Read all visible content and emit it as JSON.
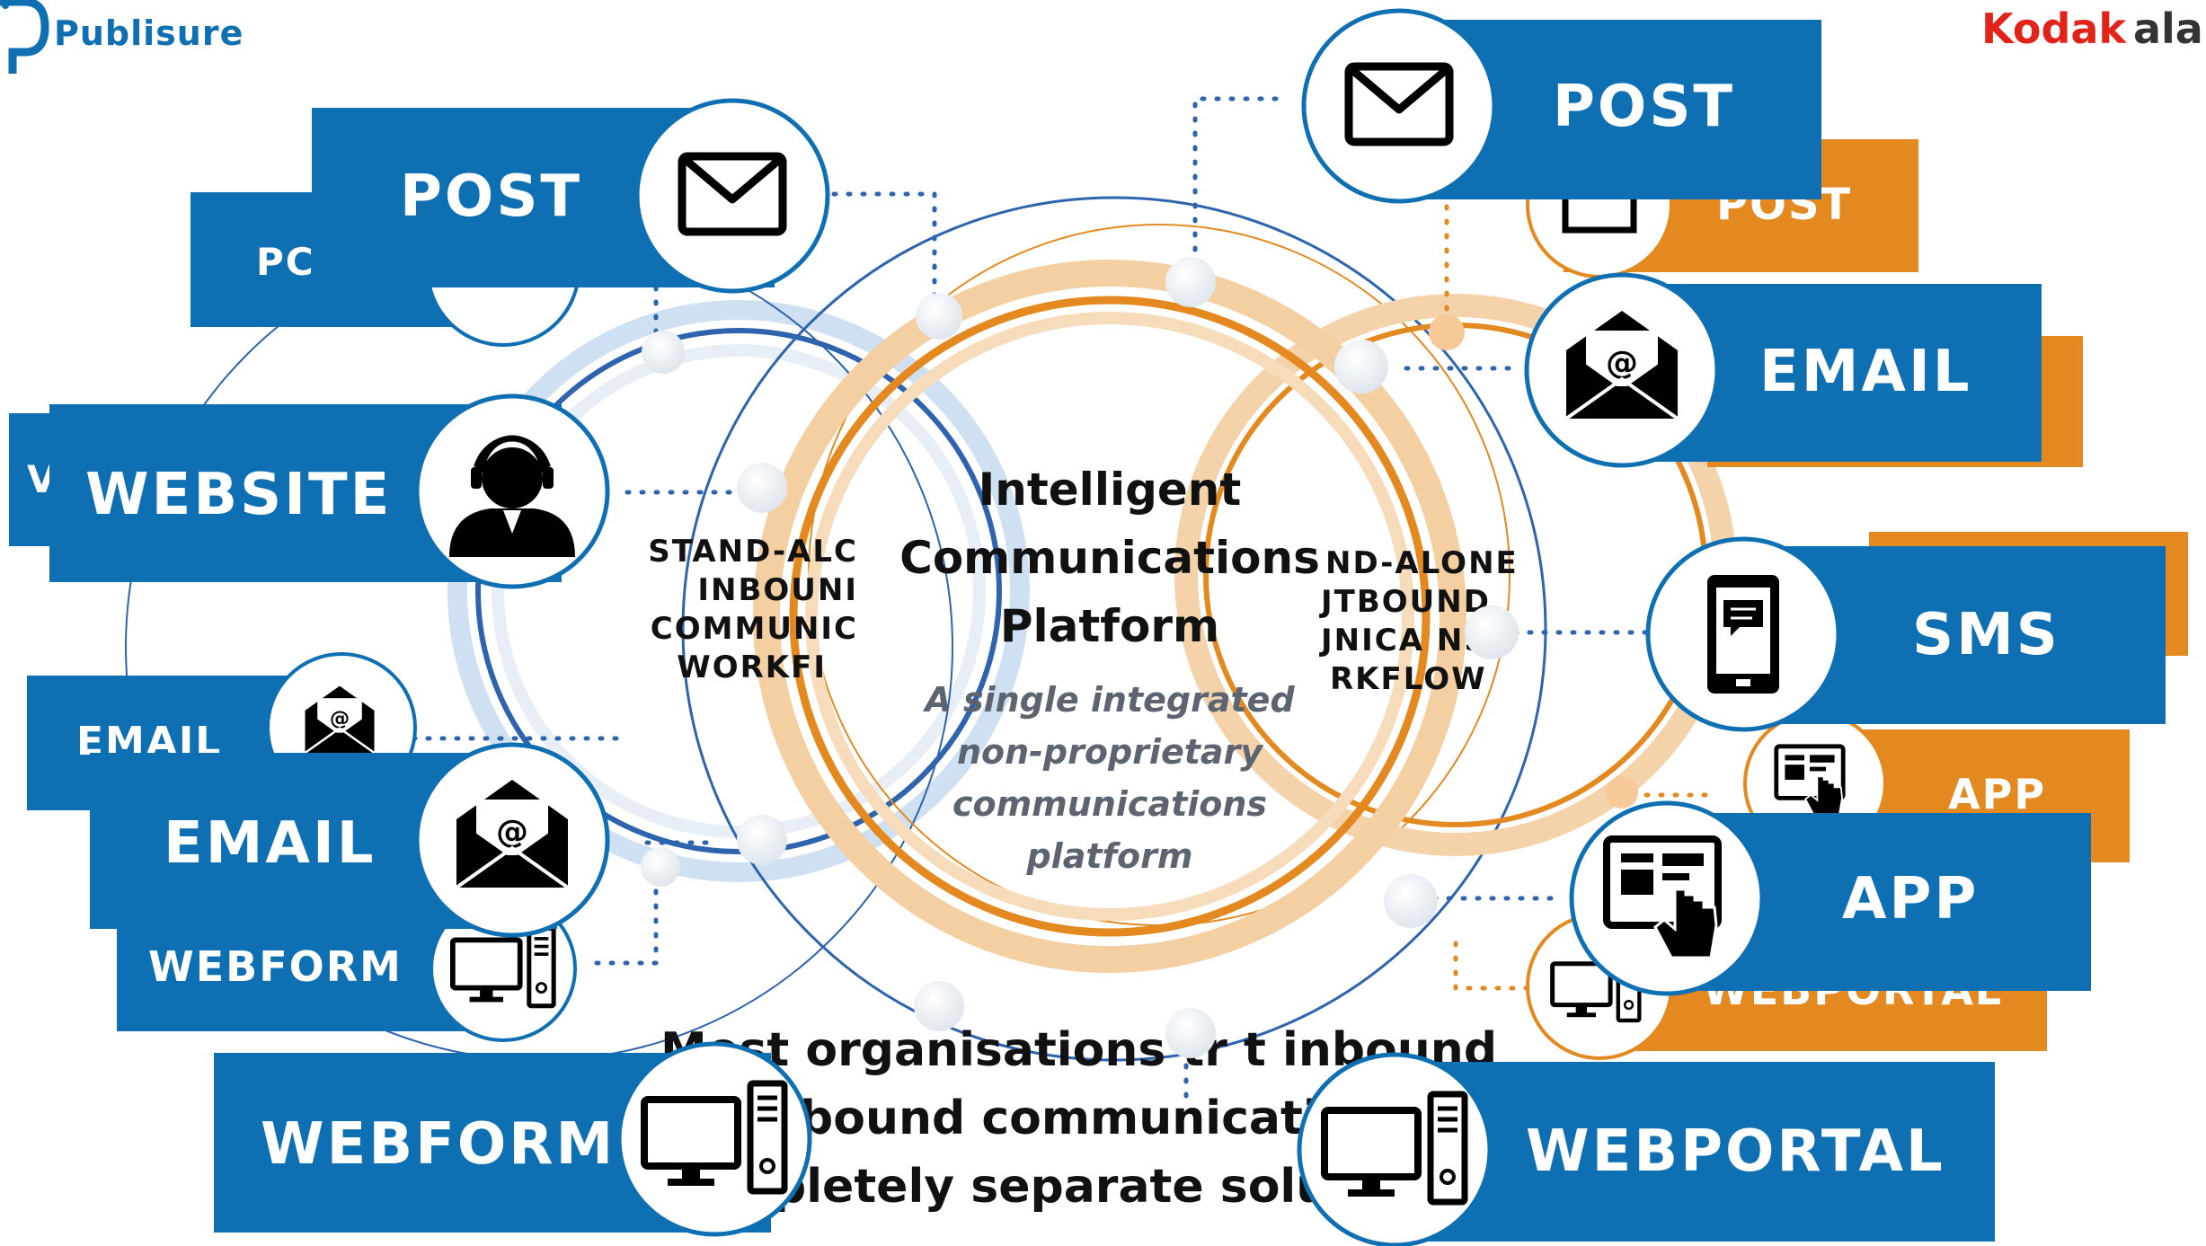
{
  "brand": {
    "left": "Publisure",
    "right": "Kodak alaris",
    "right_red": "Kodak",
    "right_dark": "alar"
  },
  "colors": {
    "blue": "#0f6fb3",
    "orange": "#e38a2a",
    "ring_blue": "#2e63ad",
    "ring_orange": "#e3891f",
    "kodak_red": "#e2231a"
  },
  "center": {
    "title_lines": [
      "Intelligent",
      "Communications",
      "Platform"
    ],
    "subtitle_lines": [
      "A single integrated",
      "non-proprietary",
      "communications",
      "platform"
    ]
  },
  "inbound_workflow": {
    "lines": [
      "STAND-ALC",
      "INBOUNI",
      "COMMUNIC",
      "WORKFI"
    ]
  },
  "outbound_workflow": {
    "lines": [
      "ND-ALONE",
      "JTBOUND",
      "JNICA   NS",
      "RKFLOW"
    ]
  },
  "bottom_text": {
    "lines": [
      "Most organisations tr   t inbound",
      "  bound communicati",
      "  pletely separate solut"
    ]
  },
  "left_channels": [
    {
      "key": "post",
      "label": "POST",
      "icon": "envelope-icon"
    },
    {
      "key": "website",
      "label": "WEBSITE",
      "icon": "headset-agent-icon"
    },
    {
      "key": "email",
      "label": "EMAIL",
      "icon": "email-at-icon"
    },
    {
      "key": "webform",
      "label": "WEBFORM",
      "icon": "desktop-computer-icon"
    }
  ],
  "left_ghosts": [
    {
      "key": "post",
      "label": "PC"
    },
    {
      "key": "website",
      "label": "V"
    },
    {
      "key": "email",
      "label": "EMAIL",
      "icon": "email-at-icon"
    },
    {
      "key": "webform",
      "label": "WEBFORM",
      "icon": "desktop-computer-icon"
    }
  ],
  "right_channels": [
    {
      "key": "post",
      "label": "POST",
      "icon": "envelope-icon"
    },
    {
      "key": "email",
      "label": "EMAIL",
      "icon": "email-at-icon"
    },
    {
      "key": "sms",
      "label": "SMS",
      "icon": "mobile-phone-icon"
    },
    {
      "key": "app",
      "label": "APP",
      "icon": "tablet-touch-icon"
    },
    {
      "key": "webportal",
      "label": "WEBPORTAL",
      "icon": "desktop-computer-icon"
    }
  ],
  "right_ghosts": [
    {
      "key": "post",
      "label": "POST"
    },
    {
      "key": "app",
      "label": "APP"
    },
    {
      "key": "webportal",
      "label": "WEBPORTAL"
    }
  ]
}
